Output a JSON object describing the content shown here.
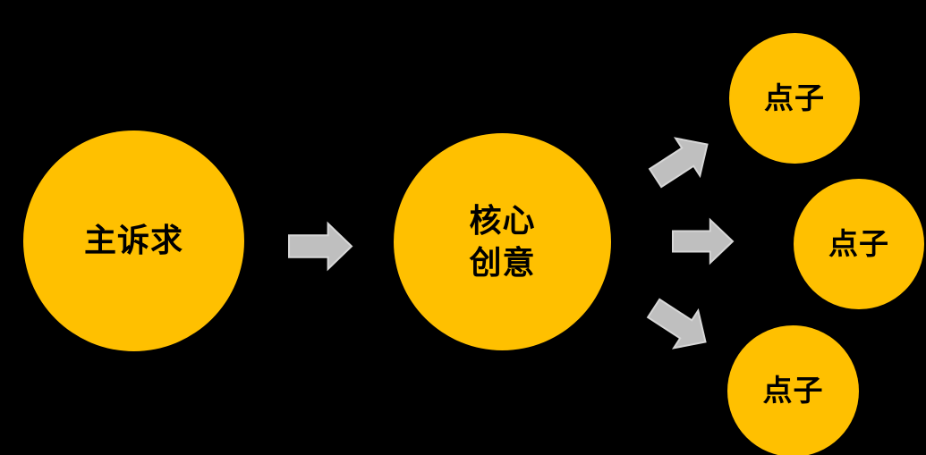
{
  "nodes": {
    "main": {
      "label": "主诉求"
    },
    "core": {
      "label": "核心\n创意"
    },
    "ideas": [
      {
        "label": "点子"
      },
      {
        "label": "点子"
      },
      {
        "label": "点子"
      }
    ]
  },
  "colors": {
    "background": "#000000",
    "node_fill": "#FFC000",
    "arrow_fill": "#BFBFBF",
    "arrow_border": "#D7D7D7",
    "text": "#000000"
  }
}
